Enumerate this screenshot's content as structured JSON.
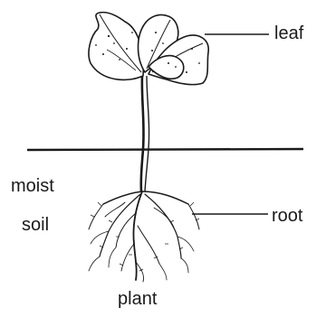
{
  "labels": {
    "leaf": "leaf",
    "moist": "moist",
    "soil": "soil",
    "root": "root",
    "plant": "plant"
  },
  "colors": {
    "ink": "#1a1a1a",
    "background": "#ffffff"
  }
}
